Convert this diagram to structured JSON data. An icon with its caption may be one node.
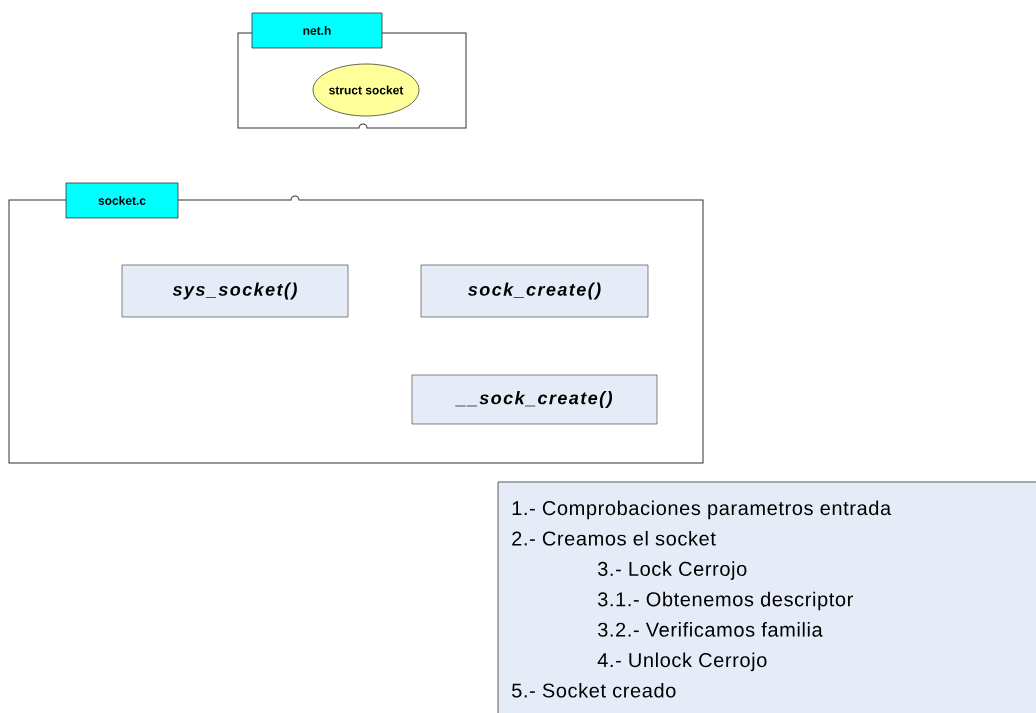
{
  "diagram": {
    "nodes": [
      {
        "text": [
          "net.h"
        ]
      },
      {
        "text": [
          "struct socket"
        ],
        "in": 0
      },
      {
        "text": [
          "socket.c"
        ]
      },
      {
        "text": [
          "sys_socket()"
        ],
        "in": 2
      },
      {
        "text": [
          "sock_create()"
        ],
        "in": 2
      },
      {
        "text": [
          "__sock_create()"
        ],
        "in": 2
      },
      {
        "text": [
          "1.- Comprobaciones parametros entrada",
          "2.- Creamos el socket",
          "3.- Lock Cerrojo",
          "3.1.- Obtenemos descriptor",
          "3.2.- Verificamos familia",
          "4.- Unlock Cerrojo",
          "5.- Socket creado"
        ]
      }
    ]
  }
}
